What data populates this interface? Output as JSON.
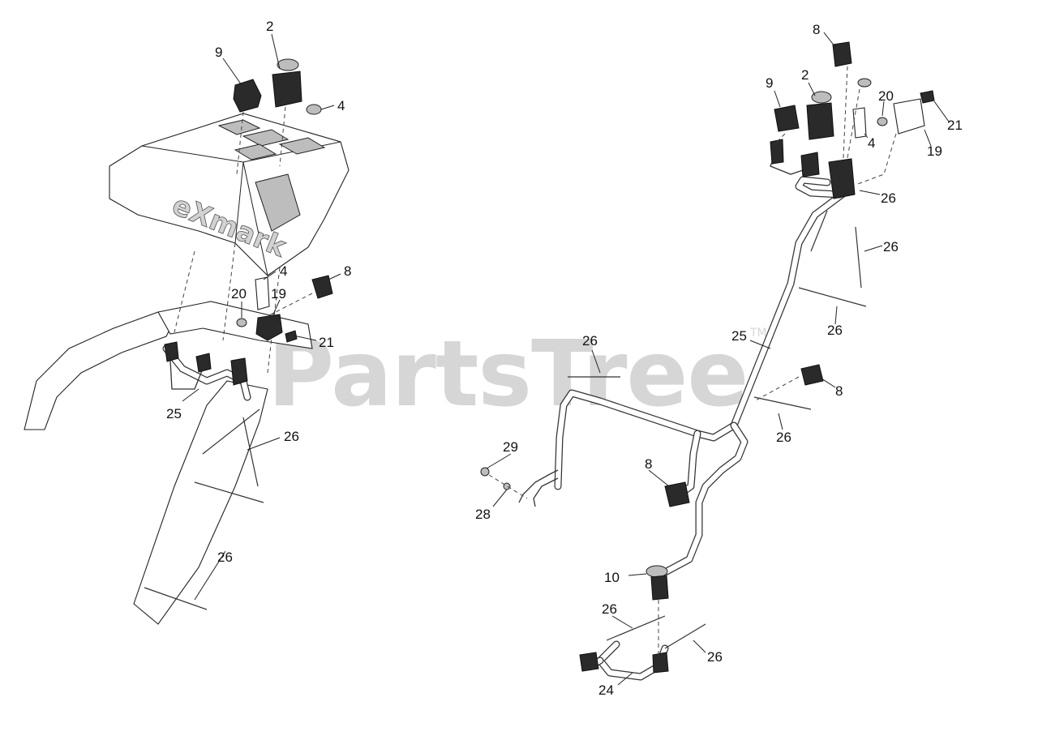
{
  "watermark": {
    "text": "PartsTree",
    "trademark": "TM"
  },
  "logo": {
    "text": "eXmark"
  },
  "callouts_left": [
    {
      "id": "l2",
      "label": "2"
    },
    {
      "id": "l9",
      "label": "9"
    },
    {
      "id": "l4a",
      "label": "4"
    },
    {
      "id": "l4b",
      "label": "4"
    },
    {
      "id": "l8",
      "label": "8"
    },
    {
      "id": "l20",
      "label": "20"
    },
    {
      "id": "l19",
      "label": "19"
    },
    {
      "id": "l21",
      "label": "21"
    },
    {
      "id": "l25",
      "label": "25"
    },
    {
      "id": "l26a",
      "label": "26"
    },
    {
      "id": "l26b",
      "label": "26"
    }
  ],
  "callouts_right": [
    {
      "id": "r8a",
      "label": "8"
    },
    {
      "id": "r9",
      "label": "9"
    },
    {
      "id": "r2",
      "label": "2"
    },
    {
      "id": "r20",
      "label": "20"
    },
    {
      "id": "r21",
      "label": "21"
    },
    {
      "id": "r4",
      "label": "4"
    },
    {
      "id": "r19",
      "label": "19"
    },
    {
      "id": "r26a",
      "label": "26"
    },
    {
      "id": "r26b",
      "label": "26"
    },
    {
      "id": "r25",
      "label": "25"
    },
    {
      "id": "r26c",
      "label": "26"
    },
    {
      "id": "r26d",
      "label": "26"
    },
    {
      "id": "r8b",
      "label": "8"
    },
    {
      "id": "r26e",
      "label": "26"
    },
    {
      "id": "r29",
      "label": "29"
    },
    {
      "id": "r8c",
      "label": "8"
    },
    {
      "id": "r28",
      "label": "28"
    },
    {
      "id": "r10",
      "label": "10"
    },
    {
      "id": "r26f",
      "label": "26"
    },
    {
      "id": "r26g",
      "label": "26"
    },
    {
      "id": "r24",
      "label": "24"
    }
  ]
}
